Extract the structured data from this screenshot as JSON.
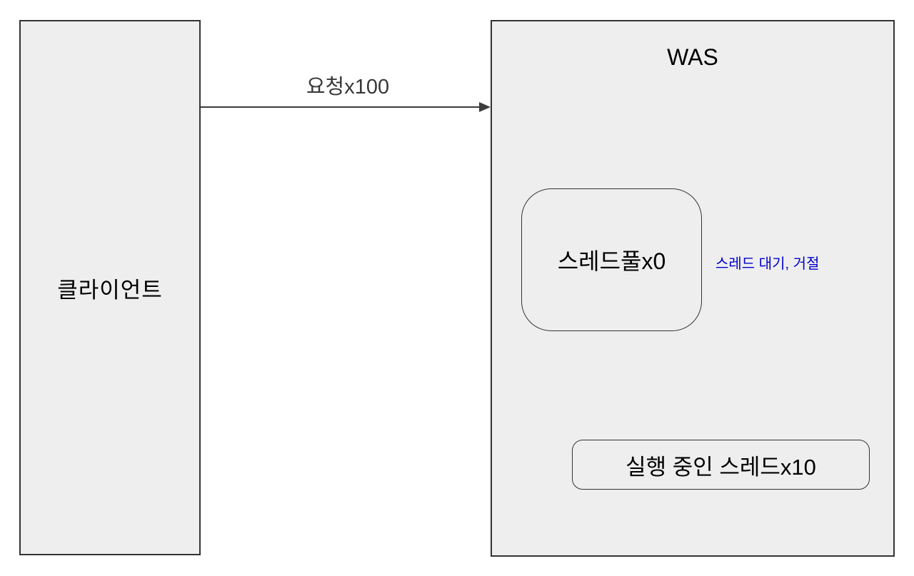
{
  "diagram": {
    "client": {
      "label": "클라이언트"
    },
    "request_arrow": {
      "label": "요청x100"
    },
    "was": {
      "title": "WAS",
      "thread_pool": {
        "label": "스레드풀x0"
      },
      "annotation": {
        "label": "스레드 대기, 거절"
      },
      "running_threads": {
        "label": "실행 중인 스레드x10"
      }
    },
    "colors": {
      "box_fill": "#eeeeee",
      "box_border": "#333333",
      "arrow": "#3d3d3d",
      "annotation_text": "#0000cc",
      "background": "#ffffff"
    }
  }
}
